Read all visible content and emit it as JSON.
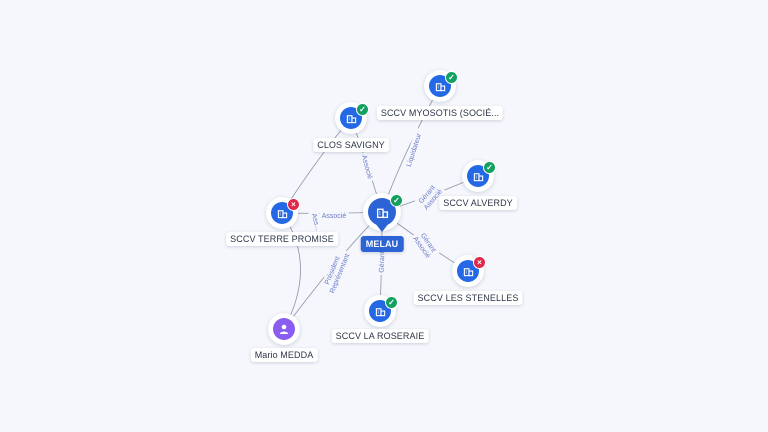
{
  "center": {
    "label": "MELAU",
    "status": "active"
  },
  "nodes": [
    {
      "id": "myosotis",
      "label": "SCCV MYOSOTIS (SOCIÉ...",
      "kind": "company",
      "status": "active"
    },
    {
      "id": "clos",
      "label": "CLOS SAVIGNY",
      "kind": "company",
      "status": "active"
    },
    {
      "id": "alverdy",
      "label": "SCCV ALVERDY",
      "kind": "company",
      "status": "active"
    },
    {
      "id": "terre",
      "label": "SCCV TERRE PROMISE",
      "kind": "company",
      "status": "closed"
    },
    {
      "id": "stenelles",
      "label": "SCCV LES STENELLES",
      "kind": "company",
      "status": "closed"
    },
    {
      "id": "roseraie",
      "label": "SCCV LA ROSERAIE",
      "kind": "company",
      "status": "active"
    },
    {
      "id": "medda",
      "label": "Mario MEDDA",
      "kind": "person",
      "status": "none"
    }
  ],
  "edges": [
    {
      "from": "center",
      "to": "myosotis",
      "labels": [
        "Liquidateur"
      ]
    },
    {
      "from": "center",
      "to": "clos",
      "labels": [
        "Associé"
      ]
    },
    {
      "from": "center",
      "to": "alverdy",
      "labels": [
        "Gérant",
        "Associé"
      ]
    },
    {
      "from": "center",
      "to": "terre",
      "labels": [
        "Associé"
      ]
    },
    {
      "from": "center",
      "to": "stenelles",
      "labels": [
        "Gérant",
        "Associé"
      ]
    },
    {
      "from": "center",
      "to": "roseraie",
      "labels": [
        "Gérant"
      ]
    },
    {
      "from": "center",
      "to": "medda",
      "labels": [
        "Président",
        "Représentant"
      ]
    },
    {
      "from": "terre",
      "to": "clos",
      "labels": []
    },
    {
      "from": "medda",
      "to": "terre",
      "labels": [
        "Ass..."
      ]
    }
  ],
  "colors": {
    "company": "#2468e6",
    "person": "#8a5cf0",
    "active": "#12a060",
    "closed": "#e0284a",
    "edge": "#8d94a6",
    "edge_label": "#6b7cc8"
  },
  "icons": {
    "company": "building-icon",
    "person": "person-icon",
    "active": "check-badge-icon",
    "closed": "cross-badge-icon"
  }
}
